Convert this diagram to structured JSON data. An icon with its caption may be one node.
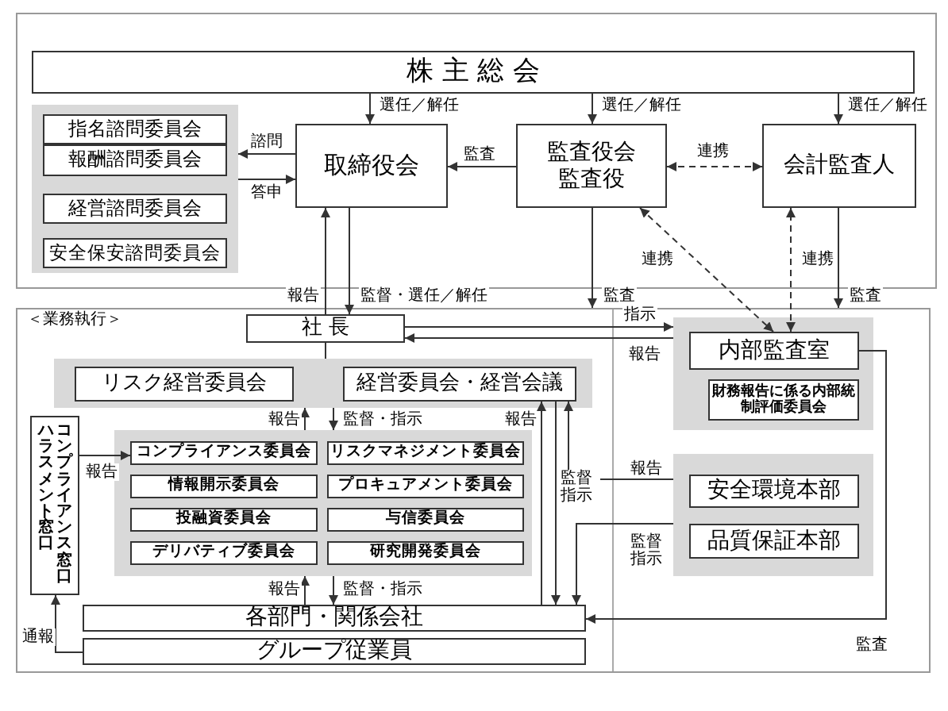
{
  "diagram": {
    "nodes": [
      {
        "text": [
          "株 主 総 会"
        ]
      },
      {
        "text": [],
        "shape": "box"
      },
      {
        "text": [
          "指名諮問委員会"
        ],
        "in": 1
      },
      {
        "text": [
          "報酬諮問委員会"
        ],
        "in": 1
      },
      {
        "text": [
          "経営諮問委員会"
        ],
        "in": 1
      },
      {
        "text": [
          "安全保安諮問委員会"
        ],
        "in": 1
      },
      {
        "text": [
          "取締役会"
        ]
      },
      {
        "text": [
          "監査役会",
          "監査役"
        ]
      },
      {
        "text": [
          "会計監査人"
        ]
      },
      {
        "text": [
          "＜業務執行＞"
        ]
      },
      {
        "text": [
          "社 長"
        ],
        "in": 9
      },
      {
        "text": [],
        "shape": "box",
        "in": 9
      },
      {
        "text": [
          "リスク経営委員会"
        ],
        "in": 11
      },
      {
        "text": [
          "経営委員会・経営会議"
        ],
        "in": 11
      },
      {
        "text": [],
        "shape": "box",
        "in": 9
      },
      {
        "text": [
          "コンプライアンス委員会"
        ],
        "in": 14
      },
      {
        "text": [
          "リスクマネジメント委員会"
        ],
        "in": 14
      },
      {
        "text": [
          "情報開示委員会"
        ],
        "in": 14
      },
      {
        "text": [
          "プロキュアメント委員会"
        ],
        "in": 14
      },
      {
        "text": [
          "投融資委員会"
        ],
        "in": 14
      },
      {
        "text": [
          "与信委員会"
        ],
        "in": 14
      },
      {
        "text": [
          "デリバティブ委員会"
        ],
        "in": 14
      },
      {
        "text": [
          "研究開発委員会"
        ],
        "in": 14
      },
      {
        "text": [
          "ハラスメント窓口",
          "コンプライアンス窓口"
        ],
        "in": 9
      },
      {
        "text": [
          "各部門・関係会社"
        ],
        "in": 9
      },
      {
        "text": [
          "グループ従業員"
        ],
        "in": 9
      },
      {
        "text": [],
        "shape": "box",
        "in": 9
      },
      {
        "text": [
          "内部監査室"
        ],
        "in": 26
      },
      {
        "text": [
          "財務報告に係る内部統制評価委員会"
        ],
        "in": 26
      },
      {
        "text": [],
        "shape": "box",
        "in": 9
      },
      {
        "text": [
          "安全環境本部"
        ],
        "in": 29
      },
      {
        "text": [
          "品質保証本部"
        ],
        "in": 29
      }
    ],
    "edges": [
      {
        "from": 0,
        "to": 6,
        "arrow": "to",
        "label": "選任／解任"
      },
      {
        "from": 0,
        "to": 7,
        "arrow": "to",
        "label": "選任／解任"
      },
      {
        "from": 0,
        "to": 8,
        "arrow": "to",
        "label": "選任／解任"
      },
      {
        "from": 6,
        "to": 1,
        "arrow": "to",
        "label": "諮問"
      },
      {
        "from": 1,
        "to": 6,
        "arrow": "to",
        "label": "答申"
      },
      {
        "from": 7,
        "to": 6,
        "arrow": "to",
        "label": "監査"
      },
      {
        "from": 7,
        "to": 8,
        "arrow": "both",
        "label": "連携",
        "style": "dashed"
      },
      {
        "from": 10,
        "to": 6,
        "arrow": "to",
        "label": "報告"
      },
      {
        "from": 6,
        "to": 10,
        "arrow": "to",
        "label": "監督・選任／解任"
      },
      {
        "from": 7,
        "to": 9,
        "arrow": "to",
        "label": "監査"
      },
      {
        "from": 8,
        "to": 9,
        "arrow": "to",
        "label": "監査"
      },
      {
        "from": 7,
        "to": 27,
        "arrow": "both",
        "label": "連携",
        "style": "dashed"
      },
      {
        "from": 27,
        "to": 8,
        "arrow": "both",
        "label": "連携",
        "style": "dashed"
      },
      {
        "from": 10,
        "to": 26,
        "arrow": "to",
        "label": "指示"
      },
      {
        "from": 26,
        "to": 10,
        "arrow": "to",
        "label": "報告"
      },
      {
        "from": 10,
        "to": 11,
        "arrow": "none"
      },
      {
        "from": 14,
        "to": 11,
        "arrow": "to",
        "label": "報告"
      },
      {
        "from": 11,
        "to": 14,
        "arrow": "to",
        "label": "監督・指示"
      },
      {
        "from": 24,
        "to": 14,
        "arrow": "to",
        "label": "報告"
      },
      {
        "from": 14,
        "to": 24,
        "arrow": "to",
        "label": "監督・指示"
      },
      {
        "from": 23,
        "to": 15,
        "arrow": "to",
        "label": "報告"
      },
      {
        "from": 25,
        "to": 23,
        "arrow": "to",
        "label": "通報"
      },
      {
        "from": 24,
        "to": 13,
        "arrow": "to",
        "label": "報告"
      },
      {
        "from": 13,
        "to": 24,
        "arrow": "to",
        "label": "監督指示"
      },
      {
        "from": 29,
        "to": 13,
        "arrow": "to",
        "label": "報告"
      },
      {
        "from": 29,
        "to": 24,
        "arrow": "to",
        "label": "監督指示"
      },
      {
        "from": 27,
        "to": 24,
        "arrow": "to",
        "label": "監査"
      }
    ]
  }
}
